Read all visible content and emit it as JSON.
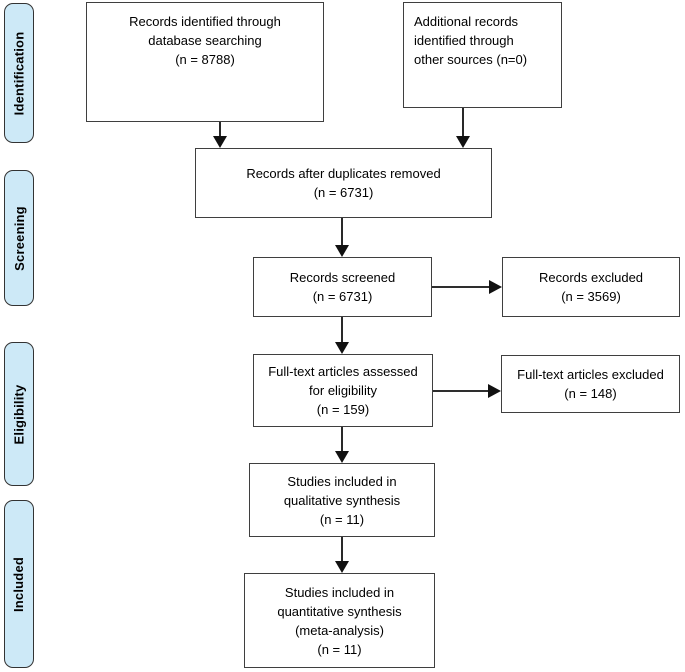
{
  "diagram": {
    "type": "prisma-flow-diagram",
    "stages": [
      {
        "label": "Identification"
      },
      {
        "label": "Screening"
      },
      {
        "label": "Eligibility"
      },
      {
        "label": "Included"
      }
    ],
    "boxes": {
      "identified": {
        "text": "Records identified through\ndatabase searching\n(n = 8788)"
      },
      "additional": {
        "text": "Additional records\nidentified through\nother sources (n=0)"
      },
      "deduplicated": {
        "text": "Records after duplicates removed\n(n = 6731)"
      },
      "screened": {
        "text": "Records screened\n(n = 6731)"
      },
      "excluded": {
        "text": "Records excluded\n(n = 3569)"
      },
      "fulltext": {
        "text": "Full-text articles assessed\nfor eligibility\n(n = 159)"
      },
      "fulltext_excluded": {
        "text": "Full-text articles excluded\n(n = 148)"
      },
      "qualitative": {
        "text": "Studies included in\nqualitative synthesis\n(n = 11)"
      },
      "quantitative": {
        "text": "Studies included in\nquantitative synthesis\n(meta-analysis)\n(n = 11)"
      }
    },
    "colors": {
      "stage_fill": "#cde9f7",
      "box_fill": "#ffffff",
      "border": "#3f3f3f",
      "arrow": "#111111"
    }
  }
}
